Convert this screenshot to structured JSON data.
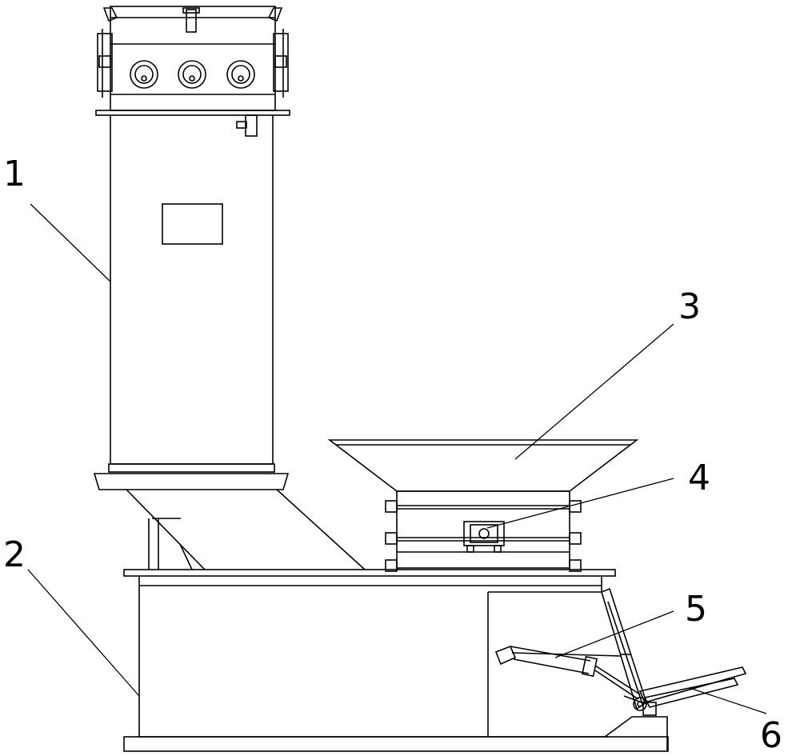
{
  "figure": {
    "labels": [
      {
        "id": "1",
        "text": "1"
      },
      {
        "id": "2",
        "text": "2"
      },
      {
        "id": "3",
        "text": "3"
      },
      {
        "id": "4",
        "text": "4"
      },
      {
        "id": "5",
        "text": "5"
      },
      {
        "id": "6",
        "text": "6"
      }
    ]
  },
  "colors": {
    "stroke": "#000000",
    "background": "#ffffff"
  }
}
